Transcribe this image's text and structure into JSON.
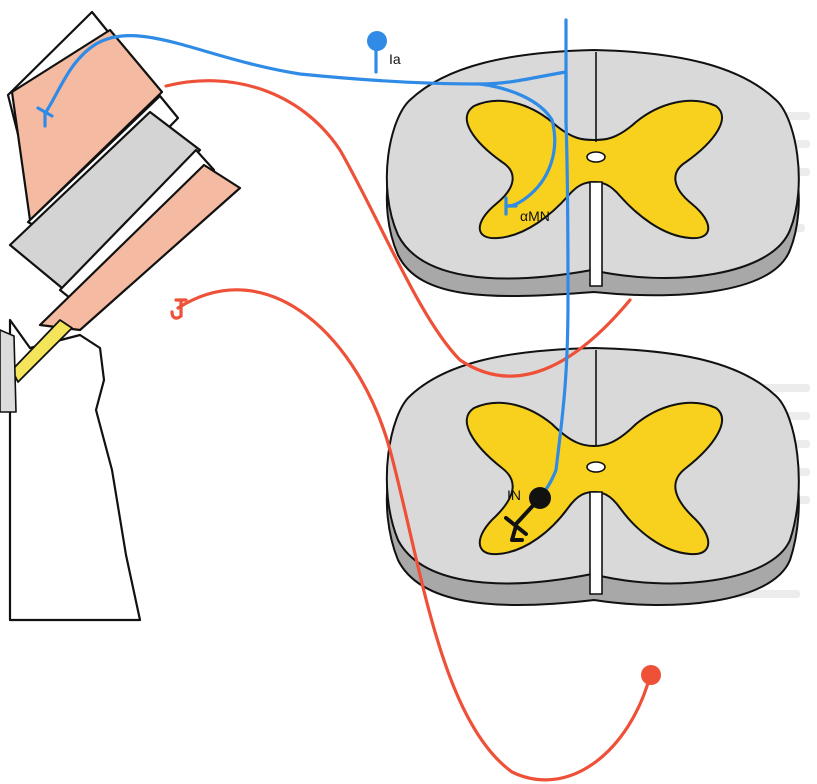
{
  "labels": {
    "ia": "Ia",
    "amn": "αMN",
    "in": "IN"
  },
  "colors": {
    "afferent": "#2f8be6",
    "efferent": "#ee5038",
    "interneuron": "#111111",
    "gray_matter": "#f7d11e",
    "white_matter": "#d9d9d9",
    "cord_shadow": "#a8a8a8",
    "muscle": "#f5bba2",
    "outline": "#111111"
  },
  "icons": [
    "neuron-soma-icon",
    "synapse-terminal-icon"
  ]
}
